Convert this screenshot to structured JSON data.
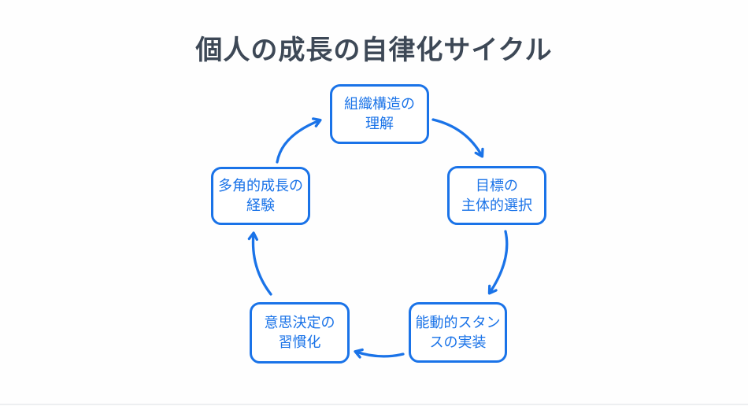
{
  "title": "個人の成長の自律化サイクル",
  "colors": {
    "accent": "#1a73e8",
    "title_text": "#3d4856",
    "background": "#fefefe",
    "node_fill": "#ffffff"
  },
  "cycle": {
    "direction": "clockwise",
    "nodes": [
      {
        "id": "understand-org-structure",
        "lines": [
          "組織構造の",
          "理解"
        ]
      },
      {
        "id": "proactive-goal-selection",
        "lines": [
          "目標の",
          "主体的選択"
        ]
      },
      {
        "id": "implement-active-stance",
        "lines": [
          "能動的スタン",
          "スの実装"
        ]
      },
      {
        "id": "habitualize-decision-making",
        "lines": [
          "意思決定の",
          "習慣化"
        ]
      },
      {
        "id": "multifaceted-growth-experience",
        "lines": [
          "多角的成長の",
          "経験"
        ]
      }
    ],
    "arrows": [
      {
        "from": "multifaceted-growth-experience",
        "to": "understand-org-structure"
      },
      {
        "from": "understand-org-structure",
        "to": "proactive-goal-selection"
      },
      {
        "from": "proactive-goal-selection",
        "to": "implement-active-stance"
      },
      {
        "from": "implement-active-stance",
        "to": "habitualize-decision-making"
      },
      {
        "from": "habitualize-decision-making",
        "to": "multifaceted-growth-experience"
      }
    ]
  }
}
